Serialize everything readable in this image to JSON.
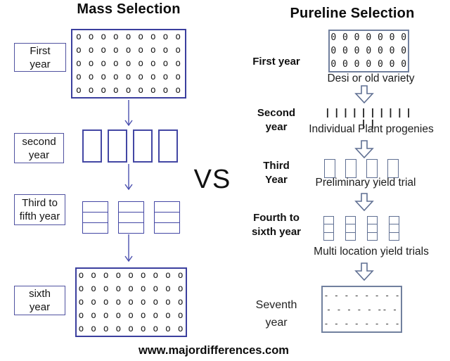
{
  "mass": {
    "title": "Mass Selection",
    "stage1_label": [
      "First",
      "year"
    ],
    "stage1_rows": [
      "o o o o o o o o o",
      "o o o o o o o o o",
      "o o o o o o o o o",
      "o o o o o o o o o",
      "o o o o o o o o o"
    ],
    "stage2_label": [
      "second",
      "year"
    ],
    "stage3_label": [
      "Third to",
      "fifth year"
    ],
    "stage4_label": [
      "sixth",
      "year"
    ],
    "stage4_rows": [
      "o o o o o o o o o",
      "o o o o o o o o o",
      "o o o o o o o o o",
      "o o o o o o o o o",
      "o o o o o o o o o"
    ]
  },
  "pureline": {
    "title": "Pureline Selection",
    "stage1_label": "First year",
    "stage1_rows": [
      "0 0 0 0 0 0 0",
      "0 0 0 0 0 0 0",
      "0 0 0 0 0 0 0"
    ],
    "stage1_caption": "Desi or old variety",
    "stage2_label": [
      "Second",
      "year"
    ],
    "stage2_bars": "| | | | | | | | | | | |",
    "stage2_caption": "Individual Plant progenies",
    "stage3_label": [
      "Third",
      "Year"
    ],
    "stage3_caption": "Preliminary yield trial",
    "stage4_label": [
      "Fourth to",
      "sixth year"
    ],
    "stage4_caption": "Multi location yield trials",
    "stage5_label": [
      "Seventh",
      "year"
    ],
    "stage5_rows": [
      "- - - - - - - -",
      "- - - - - -- -",
      "- - - - - - - -"
    ]
  },
  "vs": "VS",
  "footer": "www.majordifferences.com",
  "colors": {
    "mass_accent": "#3b3f9e",
    "pureline_accent": "#71809e",
    "text": "#111111"
  }
}
